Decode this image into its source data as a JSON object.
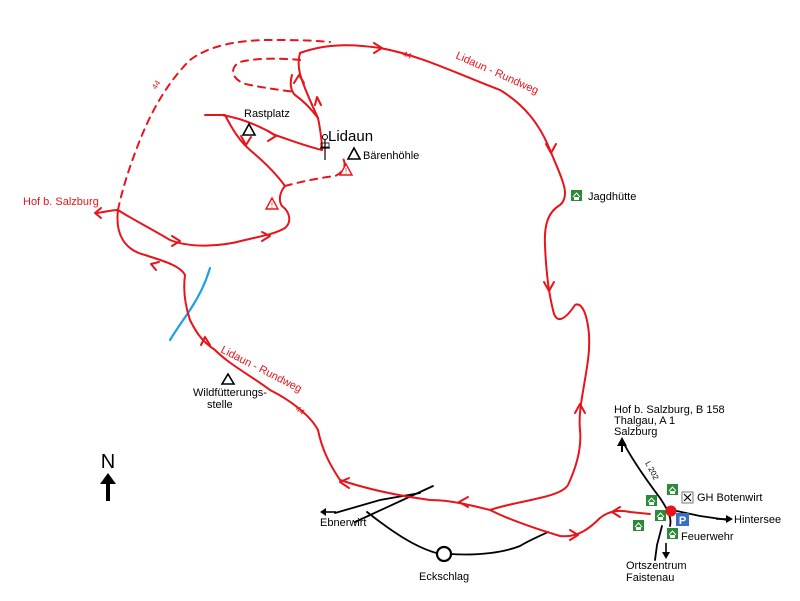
{
  "map": {
    "route_name_top": "Lidaun - Rundweg",
    "route_name_left": "Lidaun - Rundweg",
    "route_number": "44",
    "colors": {
      "route": "#e8141b",
      "water": "#1ea0e8",
      "road": "#000000",
      "hut": "#2a8a3a",
      "parking": "#3a6fc8"
    },
    "places": {
      "lidaun": "Lidaun",
      "baerenhoehle": "Bärenhöhle",
      "rastplatz": "Rastplatz",
      "jagdhuette": "Jagdhütte",
      "wildfuetterung_1": "Wildfütterungs-",
      "wildfuetterung_2": "stelle",
      "hof_left": "Hof b. Salzburg",
      "ebnerwirt": "Ebnerwirt",
      "eckschlag": "Eckschlag",
      "botenwirt": "GH Botenwirt",
      "hintersee": "Hintersee",
      "feuerwehr": "Feuerwehr",
      "ortszentrum_1": "Ortszentrum",
      "ortszentrum_2": "Faistenau",
      "dest_1": "Hof b. Salzburg, B 158",
      "dest_2": "Thalgau, A 1",
      "dest_3": "Salzburg",
      "road_l202": "L 202"
    },
    "north_label": "N",
    "parking_label": "P"
  }
}
